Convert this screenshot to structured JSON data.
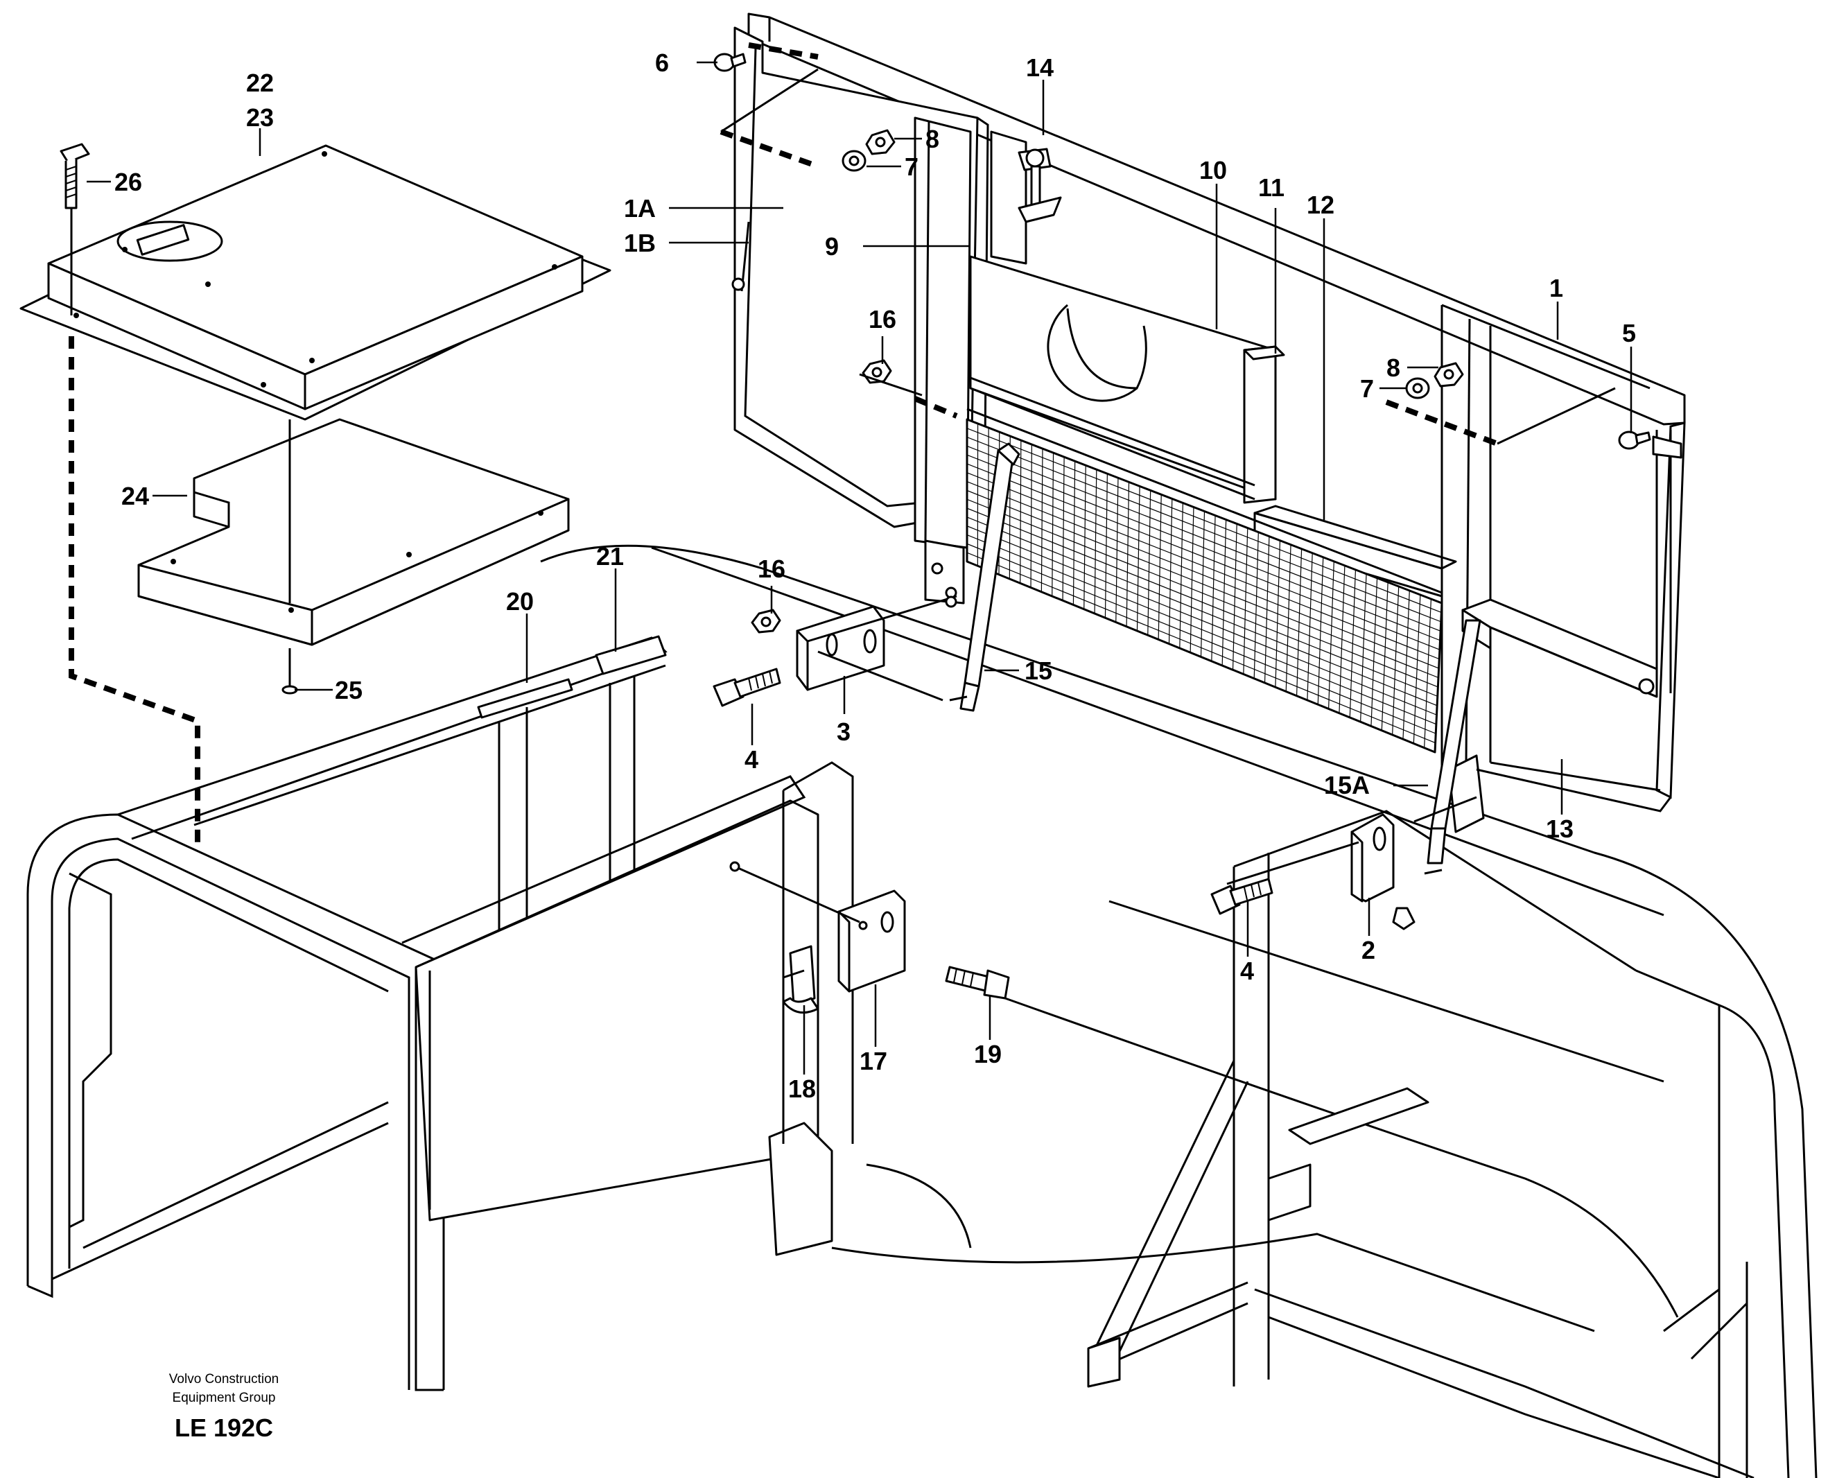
{
  "callouts": [
    {
      "id": "c22",
      "label": "22"
    },
    {
      "id": "c23",
      "label": "23"
    },
    {
      "id": "c26",
      "label": "26"
    },
    {
      "id": "c24",
      "label": "24"
    },
    {
      "id": "c25",
      "label": "25"
    },
    {
      "id": "c20",
      "label": "20"
    },
    {
      "id": "c21",
      "label": "21"
    },
    {
      "id": "c6",
      "label": "6"
    },
    {
      "id": "c8a",
      "label": "8"
    },
    {
      "id": "c7a",
      "label": "7"
    },
    {
      "id": "c1A",
      "label": "1A"
    },
    {
      "id": "c1B",
      "label": "1B"
    },
    {
      "id": "c14",
      "label": "14"
    },
    {
      "id": "c9",
      "label": "9"
    },
    {
      "id": "c10",
      "label": "10"
    },
    {
      "id": "c11",
      "label": "11"
    },
    {
      "id": "c12",
      "label": "12"
    },
    {
      "id": "c1",
      "label": "1"
    },
    {
      "id": "c5",
      "label": "5"
    },
    {
      "id": "c8b",
      "label": "8"
    },
    {
      "id": "c7b",
      "label": "7"
    },
    {
      "id": "c16a",
      "label": "16"
    },
    {
      "id": "c16b",
      "label": "16"
    },
    {
      "id": "c15",
      "label": "15"
    },
    {
      "id": "c3",
      "label": "3"
    },
    {
      "id": "c4a",
      "label": "4"
    },
    {
      "id": "c15A",
      "label": "15A"
    },
    {
      "id": "c13",
      "label": "13"
    },
    {
      "id": "c4b",
      "label": "4"
    },
    {
      "id": "c2",
      "label": "2"
    },
    {
      "id": "c17",
      "label": "17"
    },
    {
      "id": "c18",
      "label": "18"
    },
    {
      "id": "c19",
      "label": "19"
    }
  ],
  "footer": {
    "company_line1": "Volvo Construction",
    "company_line2": "Equipment Group",
    "drawing_code": "LE 192C"
  }
}
